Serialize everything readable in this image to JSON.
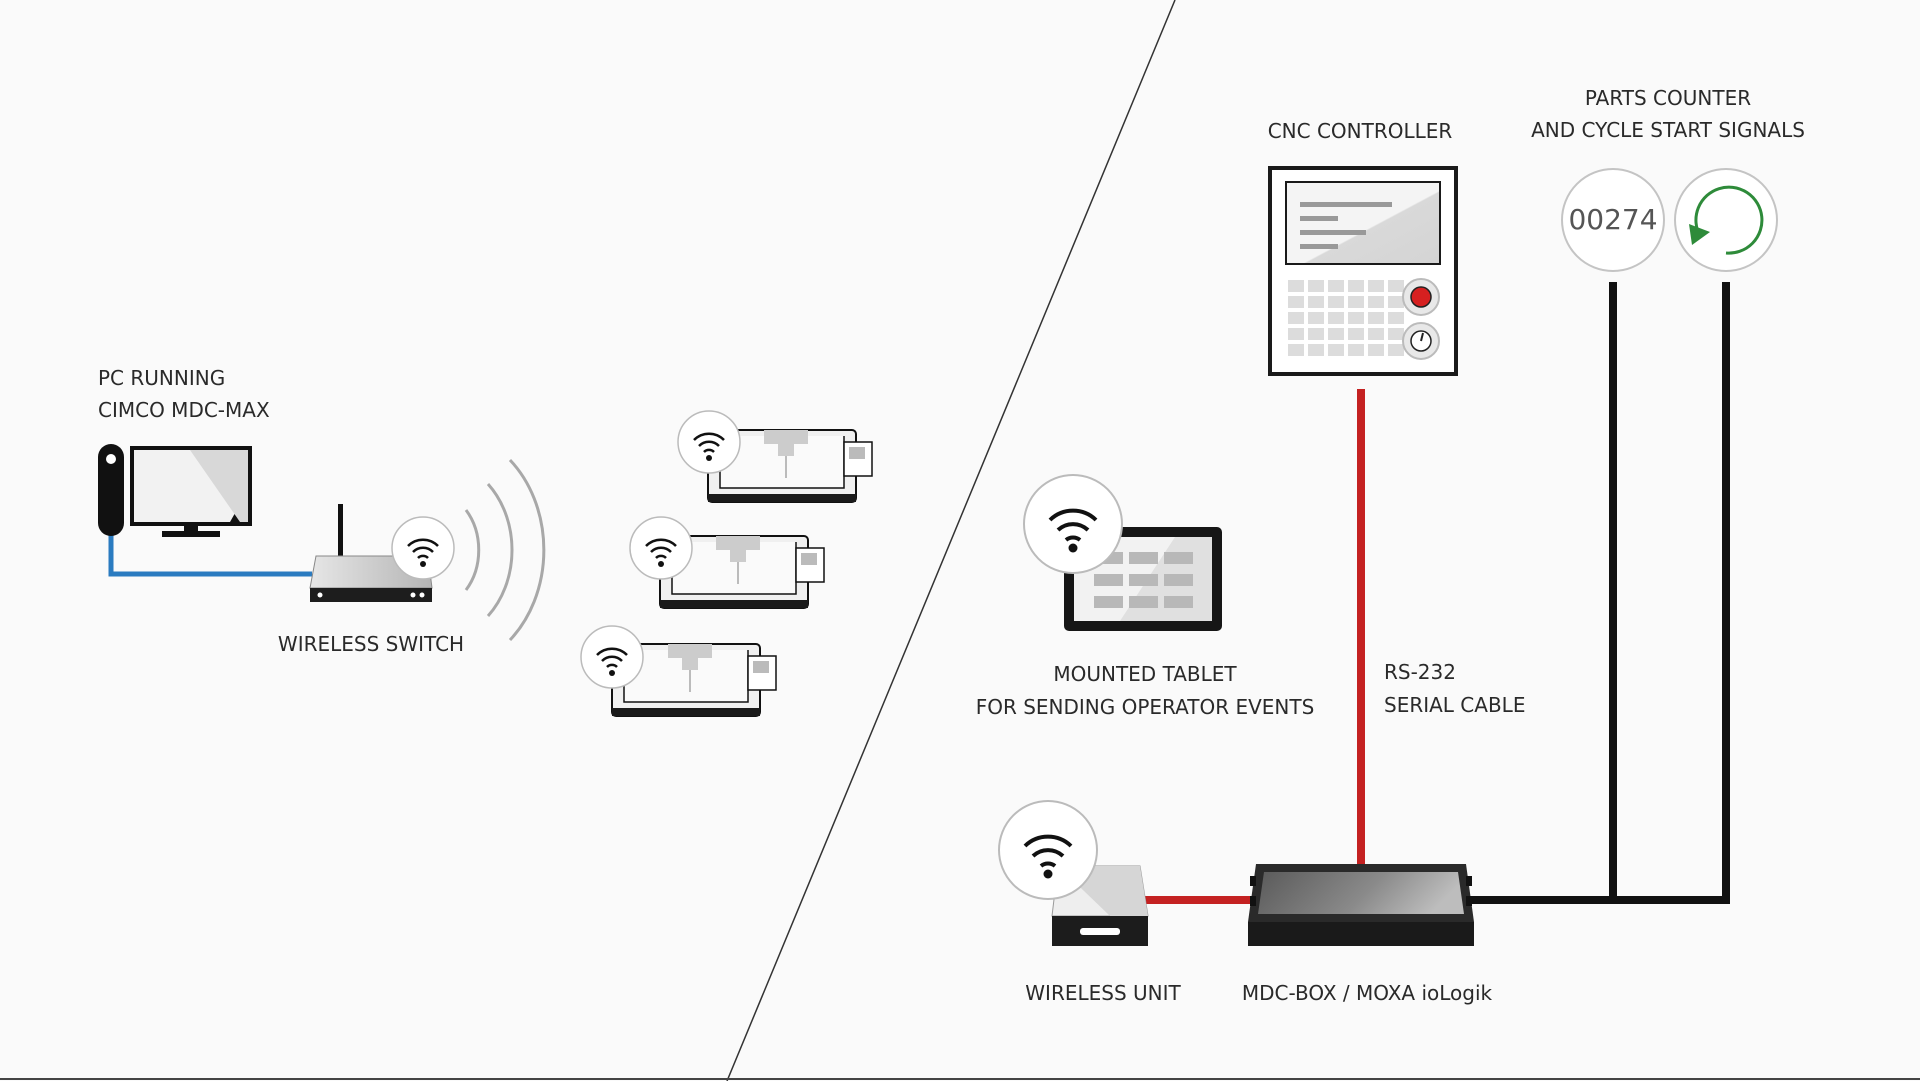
{
  "labels": {
    "pc_line1": "PC RUNNING",
    "pc_line2": "CIMCO MDC-MAX",
    "wireless_switch": "WIRELESS SWITCH",
    "cnc_controller": "CNC CONTROLLER",
    "parts_counter_line1": "PARTS COUNTER",
    "parts_counter_line2": "AND CYCLE START SIGNALS",
    "parts_count_value": "00274",
    "tablet_line1": "MOUNTED TABLET",
    "tablet_line2": "FOR SENDING OPERATOR EVENTS",
    "rs232_line1": "RS-232",
    "rs232_line2": "SERIAL CABLE",
    "wireless_unit": "WIRELESS UNIT",
    "mdc_box": "MDC-BOX / MOXA ioLogik"
  },
  "colors": {
    "ethernet_cable": "#2a7bc0",
    "serial_cable": "#c42121",
    "signal_cable": "#111111",
    "cycle_arrow": "#2e8b3a",
    "stop_button": "#d62020"
  },
  "icons": [
    "pc-tower-icon",
    "monitor-icon",
    "router-icon",
    "wifi-icon",
    "cnc-machine-icon",
    "tablet-icon",
    "controller-icon",
    "counter-icon",
    "cycle-icon",
    "mdc-box-icon",
    "wireless-unit-icon"
  ]
}
